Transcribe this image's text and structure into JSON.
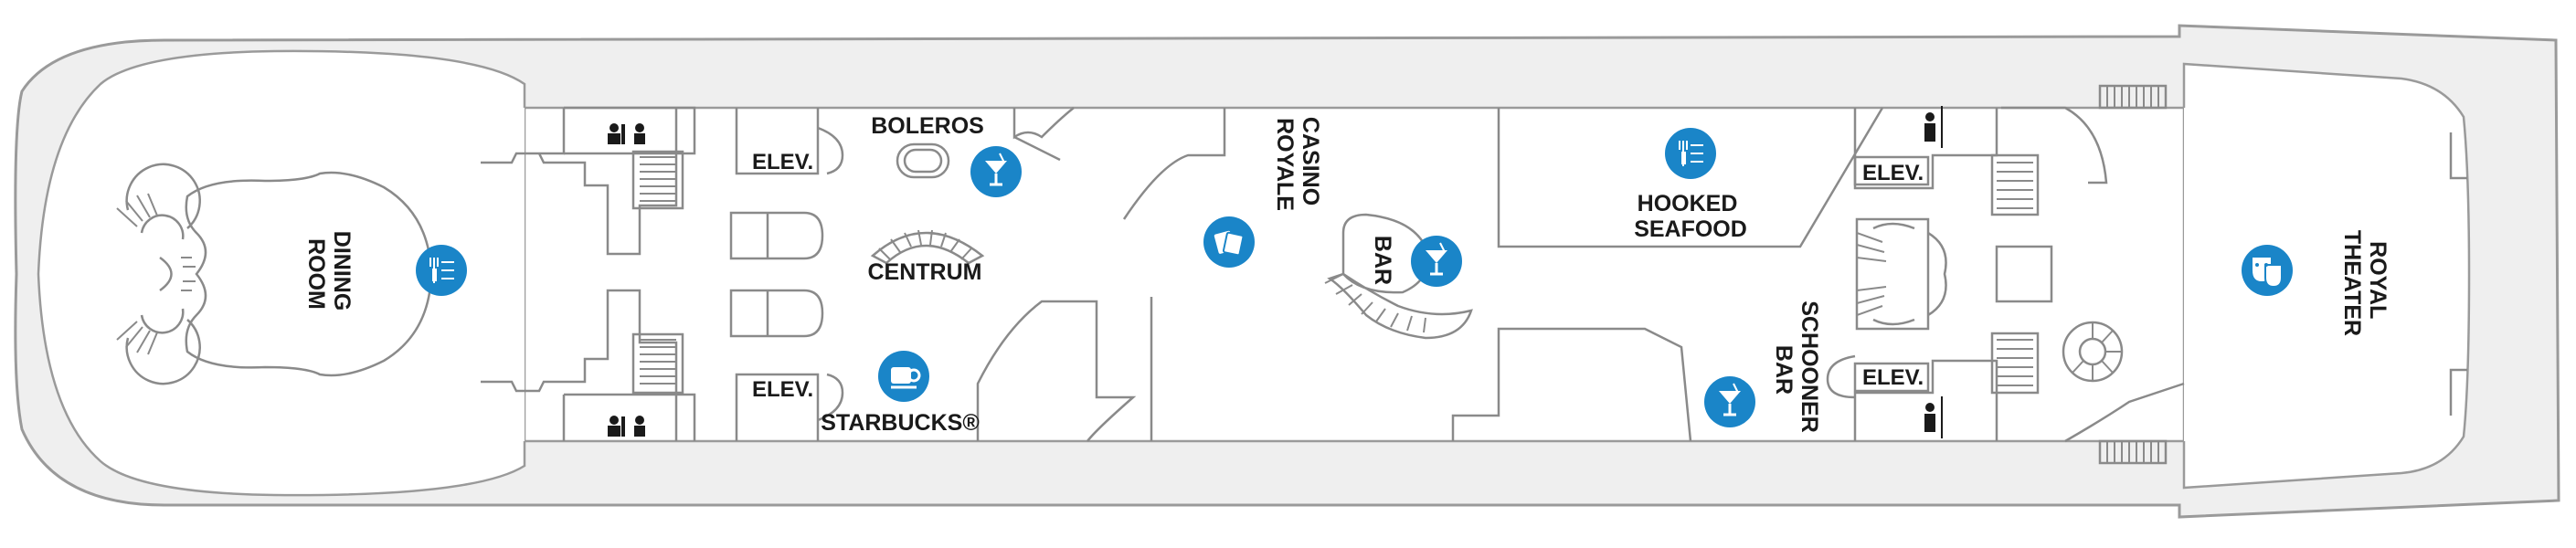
{
  "venues": {
    "dining_room": [
      "DINING",
      "ROOM"
    ],
    "boleros": "BOLEROS",
    "centrum": "CENTRUM",
    "starbucks": "STARBUCKS®",
    "casino_royale": [
      "CASINO",
      "ROYALE"
    ],
    "bar": "BAR",
    "hooked_seafood": [
      "HOOKED",
      "SEAFOOD"
    ],
    "schooner_bar": [
      "SCHOONER",
      "BAR"
    ],
    "royal_theater": [
      "ROYAL",
      "THEATER"
    ]
  },
  "elevators": {
    "fwd_top": "ELEV.",
    "fwd_bottom": "ELEV.",
    "aft_top": "ELEV.",
    "aft_bottom": "ELEV."
  },
  "icons": {
    "dining_room": "dining-icon",
    "boleros": "cocktail-icon",
    "starbucks": "coffee-icon",
    "casino_royale": "casino-icon",
    "bar": "cocktail-icon",
    "hooked_seafood": "dining-icon",
    "schooner_bar": "cocktail-icon",
    "royal_theater": "theater-icon",
    "restrooms": [
      "accessible-restroom-icon",
      "restroom-icon"
    ]
  },
  "colors": {
    "icon_badge": "#1a85c8",
    "hull": "#efefef",
    "outline": "#9a9a9a"
  }
}
